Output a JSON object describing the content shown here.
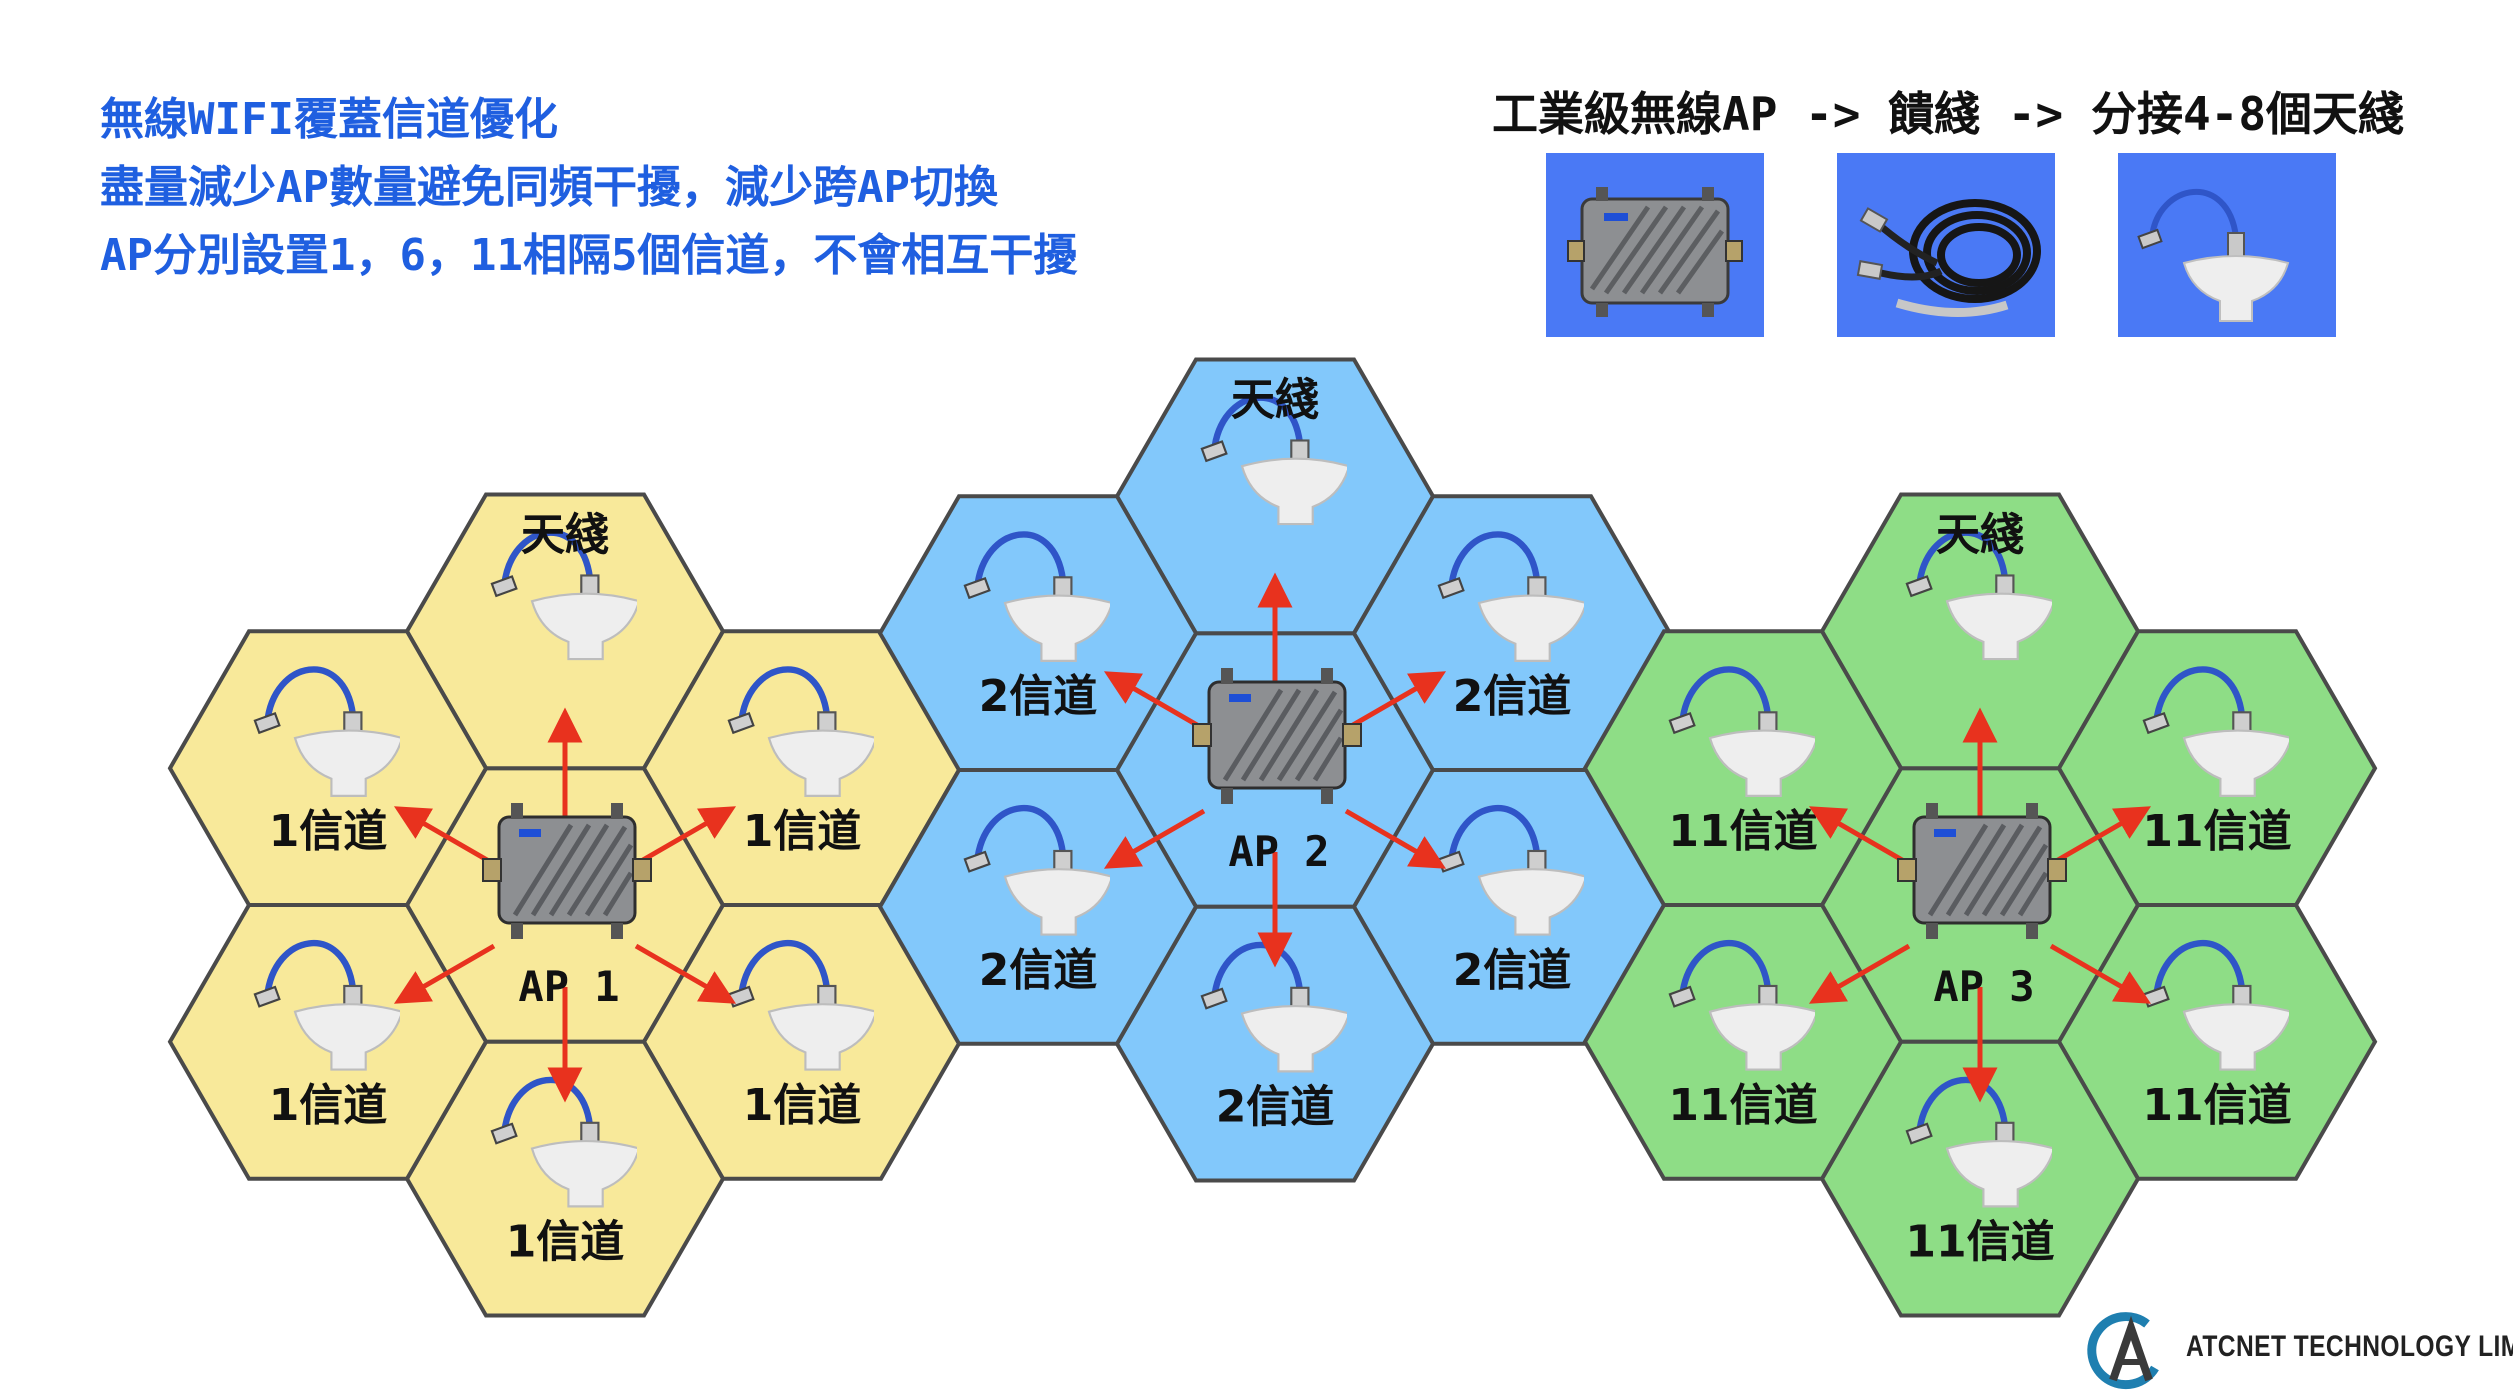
{
  "intro": {
    "line1": "無線WIFI覆蓋信道優化",
    "line2": "盡量減少AP數量避免同頻干擾，減少跨AP切換",
    "line3": "AP分別設置1，6，11相隔5個信道，不會相互干擾"
  },
  "chain": {
    "title": "工業級無線AP -> 饋綫 -> 分接4-8個天綫",
    "items": [
      "industrial-ap-photo",
      "feeder-cable-photo",
      "ceiling-antenna-photo"
    ],
    "photo_background": "#4a79f5"
  },
  "clusters": [
    {
      "id": "ap1",
      "ap_label": "AP 1",
      "fill": "#f8e99a",
      "antenna_top_label": "天綫",
      "channel_label": "1信道"
    },
    {
      "id": "ap2",
      "ap_label": "AP 2",
      "fill": "#82c8fb",
      "antenna_top_label": "天綫",
      "channel_label": "2信道"
    },
    {
      "id": "ap3",
      "ap_label": "AP 3",
      "fill": "#8edd86",
      "antenna_top_label": "天綫",
      "channel_label": "11信道"
    }
  ],
  "colors": {
    "arrow": "#e8321e",
    "hex_stroke": "#4a4a4a",
    "title_blue": "#1f5fe0"
  },
  "company": {
    "name": "ATCNET TECHNOLOGY LIMITED"
  }
}
